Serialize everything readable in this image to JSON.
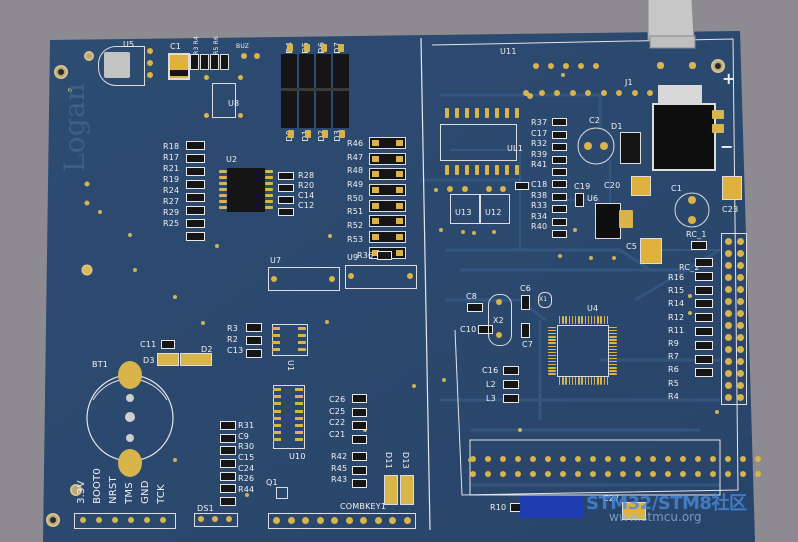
{
  "board": {
    "logo": "Logan",
    "colors": {
      "board": "#2f5176",
      "board_dark": "#27446a",
      "silk": "#f2f2f2",
      "gold": "#d8b44a",
      "bg": "#8d8a91"
    }
  },
  "labels": {
    "u5": "U5",
    "c1": "C1",
    "r_small_a": "R3 R4",
    "r_small_b": "R5 R6",
    "d4": "D4",
    "d5": "D5",
    "d6": "D6",
    "d7": "D7",
    "u8": "U8",
    "u2": "U2",
    "u1": "U1",
    "u7": "U7",
    "u9": "U9",
    "u10": "U10",
    "u11": "U11",
    "ul1": "UL1",
    "u13": "U13",
    "u12": "U12",
    "u6": "U6",
    "u4": "U4",
    "x1": "X1",
    "x2": "X2",
    "j1": "J1",
    "d2": "D2",
    "d3": "D3",
    "d1": "D1",
    "c2": "C2",
    "c20": "C20",
    "c19": "C19",
    "c23": "C23",
    "c5": "C5",
    "c6": "C6",
    "c7": "C7",
    "c8": "C8",
    "c10": "C10",
    "c11": "C11",
    "c16": "C16",
    "c27": "C27",
    "l2": "L2",
    "l3": "L3",
    "r10": "R10",
    "r36": "R36",
    "ds1": "DS1",
    "bt1": "BT1",
    "q1": "Q1",
    "d11": "D11",
    "d13": "D13",
    "combkey": "COMBKEY1",
    "c1_right": "C1",
    "rc1": "RC_1",
    "rc2": "RC_2",
    "plus": "+",
    "minus": "−",
    "aux": "BUZ"
  },
  "left_r_col": [
    "R18",
    "R17",
    "R21",
    "R19",
    "R24",
    "R27",
    "R29",
    "R25"
  ],
  "mid_r_col": [
    "R28",
    "R20",
    "C14",
    "C12"
  ],
  "right_r_col": [
    "R46",
    "R47",
    "R48",
    "R49",
    "R50",
    "R51",
    "R52",
    "R53"
  ],
  "u1_left": [
    "R3",
    "R2",
    "C13"
  ],
  "u10_left": [
    "R31",
    "C9",
    "R30",
    "C15",
    "C24",
    "R26",
    "R44"
  ],
  "u10_right": [
    "C26",
    "C25",
    "C22",
    "C21"
  ],
  "u10_bottom": [
    "R42",
    "R45",
    "R43"
  ],
  "ul1_right": [
    "R37",
    "C17",
    "R32",
    "R39",
    "R41"
  ],
  "u12_right": [
    "C18",
    "R38",
    "R33",
    "R34",
    "R40"
  ],
  "right_col": [
    "R16",
    "R15",
    "R14",
    "R12",
    "R11",
    "R9",
    "R7",
    "R6",
    "R5",
    "R4"
  ],
  "d_labels": [
    "D0",
    "D1",
    "D2",
    "D3"
  ],
  "bottom_pins": [
    "3.3V",
    "BOOT0",
    "NRST",
    "TMS",
    "GND",
    "TCK"
  ],
  "watermark": "STM32/STM8社区",
  "watermark_url": "www.stmcu.org"
}
